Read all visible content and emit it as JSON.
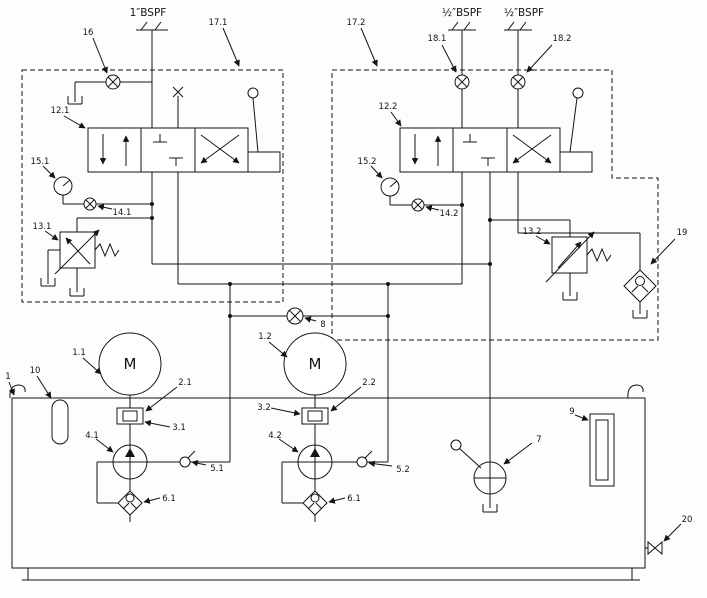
{
  "labels": {
    "port_1": "1″BSPF",
    "port_2": "½″BSPF",
    "port_3": "½″BSPF",
    "n16": "16",
    "n17_1": "17.1",
    "n17_2": "17.2",
    "n18_1": "18.1",
    "n18_2": "18.2",
    "n12_1": "12.1",
    "n12_2": "12.2",
    "n15_1": "15.1",
    "n15_2": "15.2",
    "n14_1": "14.1",
    "n14_2": "14.2",
    "n13_1": "13.1",
    "n13_2": "13.2",
    "n19": "19",
    "n8": "8",
    "n1": "1",
    "n10": "10",
    "n1_1": "1.1",
    "n1_2": "1.2",
    "n2_1": "2.1",
    "n2_2": "2.2",
    "n3_1": "3.1",
    "n3_2": "3.2",
    "n4_1": "4.1",
    "n4_2": "4.2",
    "n5_1": "5.1",
    "n5_2": "5.2",
    "n6_1": "6.1",
    "n6_1b": "6.1",
    "n7": "7",
    "n9": "9",
    "n20": "20",
    "motor": "M"
  }
}
